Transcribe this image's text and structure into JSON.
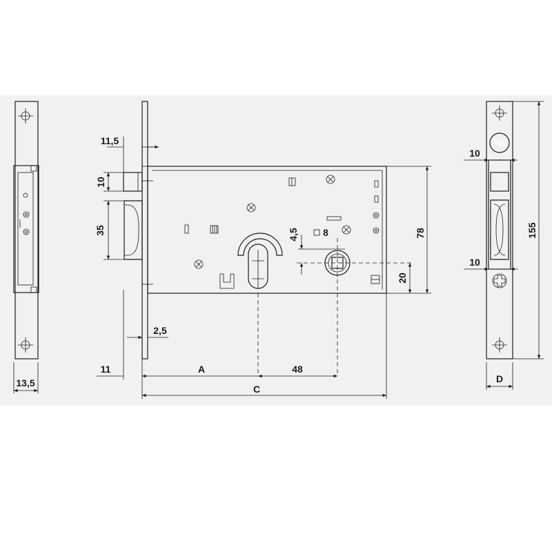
{
  "dimensions": {
    "front_thickness": "13,5",
    "latch_offset": "11,5",
    "latch_height": "10",
    "deadbolt_height": "35",
    "backset_offset": "11",
    "backset": "A",
    "center_distance": "48",
    "case_width": "C",
    "faceplate_thickness": "2,5",
    "square_spindle": "8",
    "spindle_offset": "4,5",
    "case_height": "78",
    "spindle_to_bottom": "20",
    "strike_latch_gap": "10",
    "strike_bolt_gap": "10",
    "strike_height": "155",
    "strike_depth": "D"
  },
  "brand": {
    "logo_text": "Yale"
  },
  "colors": {
    "line": "#1a1a1a",
    "panel": "#f1f1f1",
    "background": "#ffffff"
  }
}
